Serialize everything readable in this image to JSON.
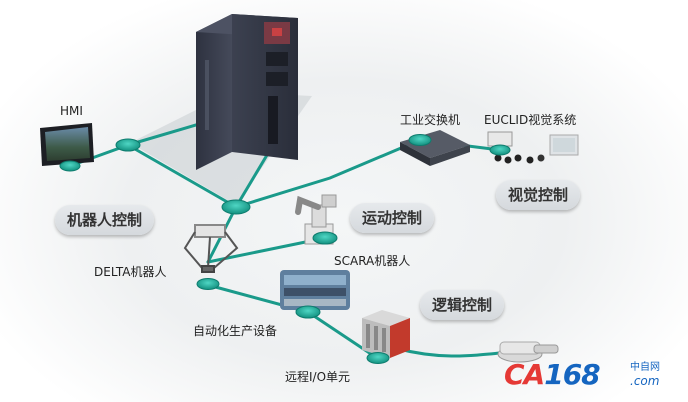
{
  "nodes": {
    "hmi": "HMI",
    "switch": "工业交换机",
    "vision_system": "EUCLID视觉系统",
    "delta_robot": "DELTA机器人",
    "scara_robot": "SCARA机器人",
    "automation_equipment": "自动化生产设备",
    "remote_io": "远程I/O单元"
  },
  "categories": {
    "robot_control": "机器人控制",
    "motion_control": "运动控制",
    "vision_control": "视觉控制",
    "logic_control": "逻辑控制"
  },
  "watermark": {
    "brand_main": "CA",
    "brand_accent": "168",
    "brand_cn": "中自网",
    "brand_com": ".com"
  },
  "colors": {
    "network_line": "#1a9a8a",
    "node_fill": "#1fb5a3",
    "pill_bg": "#dcdfe3",
    "controller_body": "#3a3f4d"
  }
}
